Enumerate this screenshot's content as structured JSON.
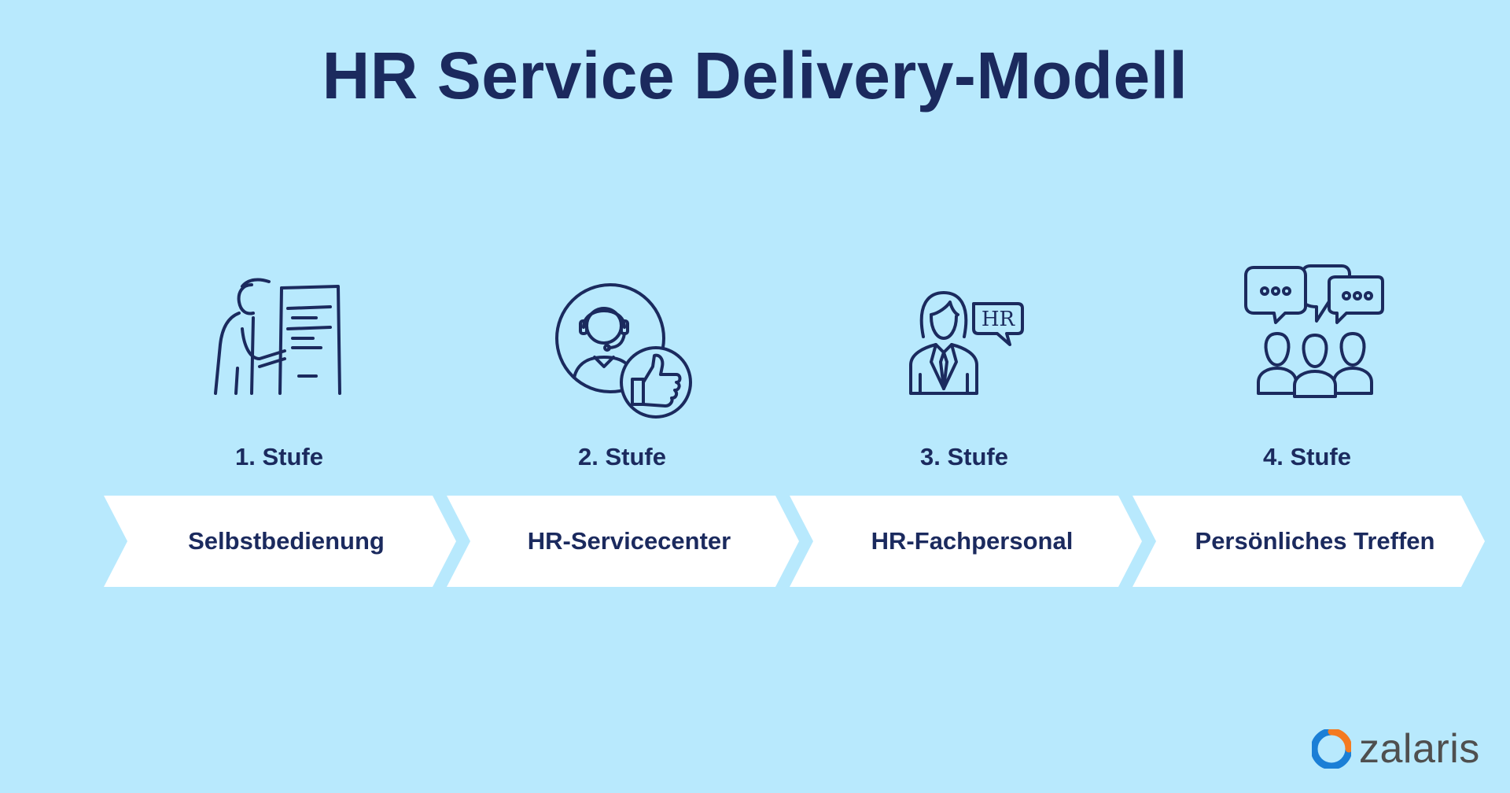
{
  "title": "HR Service Delivery-Modell",
  "steps": [
    {
      "label": "1. Stufe",
      "name": "Selbstbedienung",
      "icon": "self-service-kiosk-icon"
    },
    {
      "label": "2. Stufe",
      "name": "HR-Servicecenter",
      "icon": "headset-support-thumbs-up-icon"
    },
    {
      "label": "3. Stufe",
      "name": "HR-Fachpersonal",
      "icon": "hr-specialist-icon"
    },
    {
      "label": "4. Stufe",
      "name": "Persönliches Treffen",
      "icon": "group-meeting-chat-icon"
    }
  ],
  "icon_hr_text": "HR",
  "logo": {
    "text": "zalaris"
  },
  "colors": {
    "background": "#b8e9fd",
    "primary": "#1b2a5e",
    "chevron": "#ffffff",
    "logo_blue": "#1b7fd6",
    "logo_orange": "#f47a20",
    "logo_text": "#4f4f4f"
  }
}
